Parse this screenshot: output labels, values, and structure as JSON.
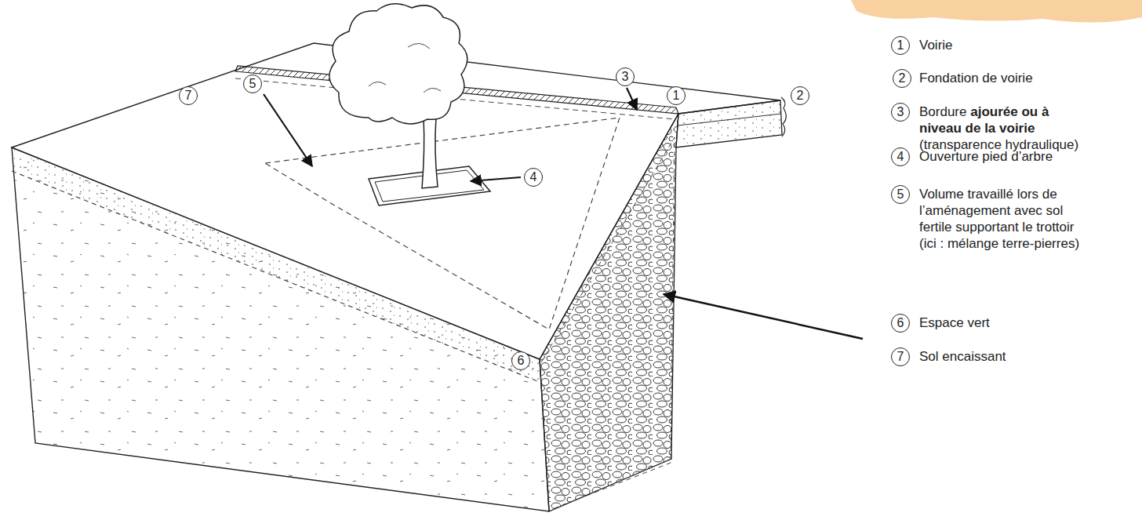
{
  "diagram": {
    "nodes": [
      {
        "text": [
          "3"
        ]
      },
      {
        "text": [
          "1"
        ]
      },
      {
        "text": [
          "2"
        ]
      },
      {
        "text": [
          "5"
        ]
      },
      {
        "text": [
          "7"
        ]
      },
      {
        "text": [
          "4"
        ]
      },
      {
        "text": [
          "6"
        ]
      },
      {
        "text": [
          "1"
        ]
      },
      {
        "text": [
          "2"
        ]
      },
      {
        "text": [
          "3"
        ]
      },
      {
        "text": [
          "4"
        ]
      },
      {
        "text": [
          "5"
        ]
      },
      {
        "text": [
          "6"
        ]
      },
      {
        "text": [
          "7"
        ]
      }
    ],
    "labels": [
      "Voirie",
      "Fondation de voirie",
      "Bordure",
      "ajourée ou à niveau de la voirie",
      "(transparence hydraulique)",
      "Ouverture pied d’arbre",
      "Volume travaillé lors de l’aménagement avec sol fertile supportant le trottoir",
      "(ici : mélange terre-pierres)",
      "Espace vert",
      "Sol encaissant"
    ]
  }
}
